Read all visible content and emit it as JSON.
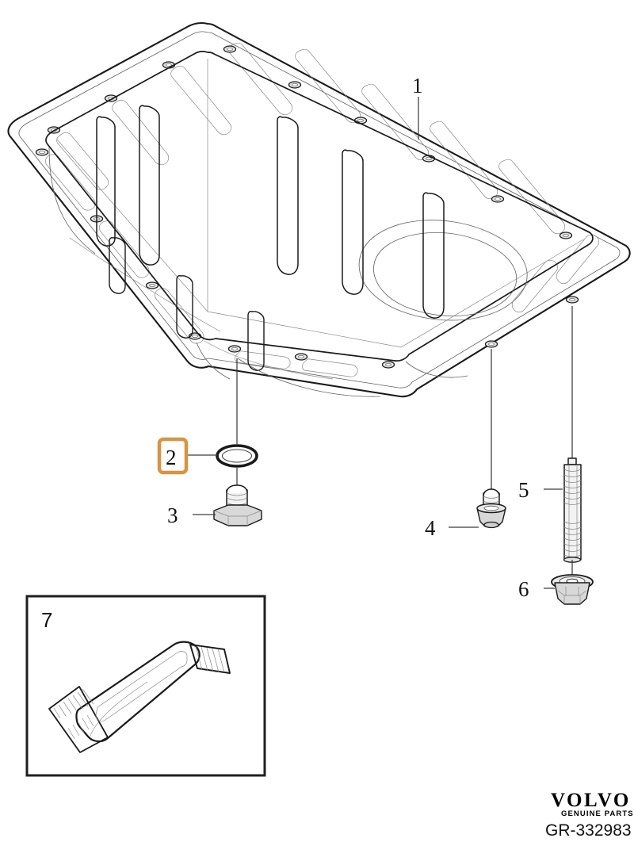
{
  "document": {
    "type": "parts-diagram",
    "title": "Oil sump exploded parts diagram",
    "reference_code": "GR-332983",
    "background_color": "#ffffff",
    "line_color": "#1a1a1a"
  },
  "brand": {
    "name": "VOLVO",
    "tagline": "GENUINE PARTS"
  },
  "highlight": {
    "active_callout": "2",
    "border_color": "#d89440",
    "fill_color": "#ffffff"
  },
  "callouts": [
    {
      "id": "1",
      "label": "1",
      "part": "oil-sump-pan",
      "highlighted": false
    },
    {
      "id": "2",
      "label": "2",
      "part": "drain-plug-seal-ring",
      "highlighted": true
    },
    {
      "id": "3",
      "label": "3",
      "part": "oil-drain-plug",
      "highlighted": false
    },
    {
      "id": "4",
      "label": "4",
      "part": "flange-bolt",
      "highlighted": false
    },
    {
      "id": "5",
      "label": "5",
      "part": "stud-bolt",
      "highlighted": false
    },
    {
      "id": "6",
      "label": "6",
      "part": "flange-nut",
      "highlighted": false
    },
    {
      "id": "7",
      "label": "7",
      "part": "sealant-tube",
      "highlighted": false
    }
  ],
  "inset_box": {
    "callout": "7",
    "content": "sealant-tube",
    "border_color": "#1f1f1f"
  }
}
